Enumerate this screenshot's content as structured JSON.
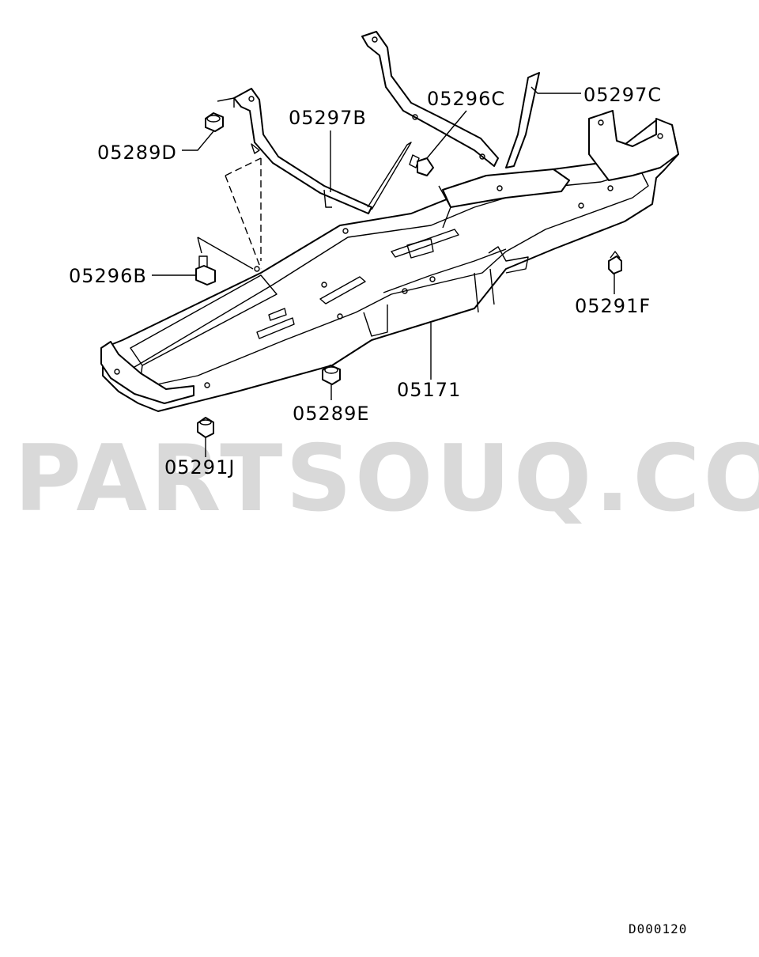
{
  "watermark": "PARTSOUQ.COM",
  "diagram_code": "D000120",
  "labels": {
    "p05297C": "05297C",
    "p05296C": "05296C",
    "p05297B": "05297B",
    "p05289D": "05289D",
    "p05296B": "05296B",
    "p05291F": "05291F",
    "p05171": "05171",
    "p05289E": "05289E",
    "p05291J": "05291J"
  }
}
